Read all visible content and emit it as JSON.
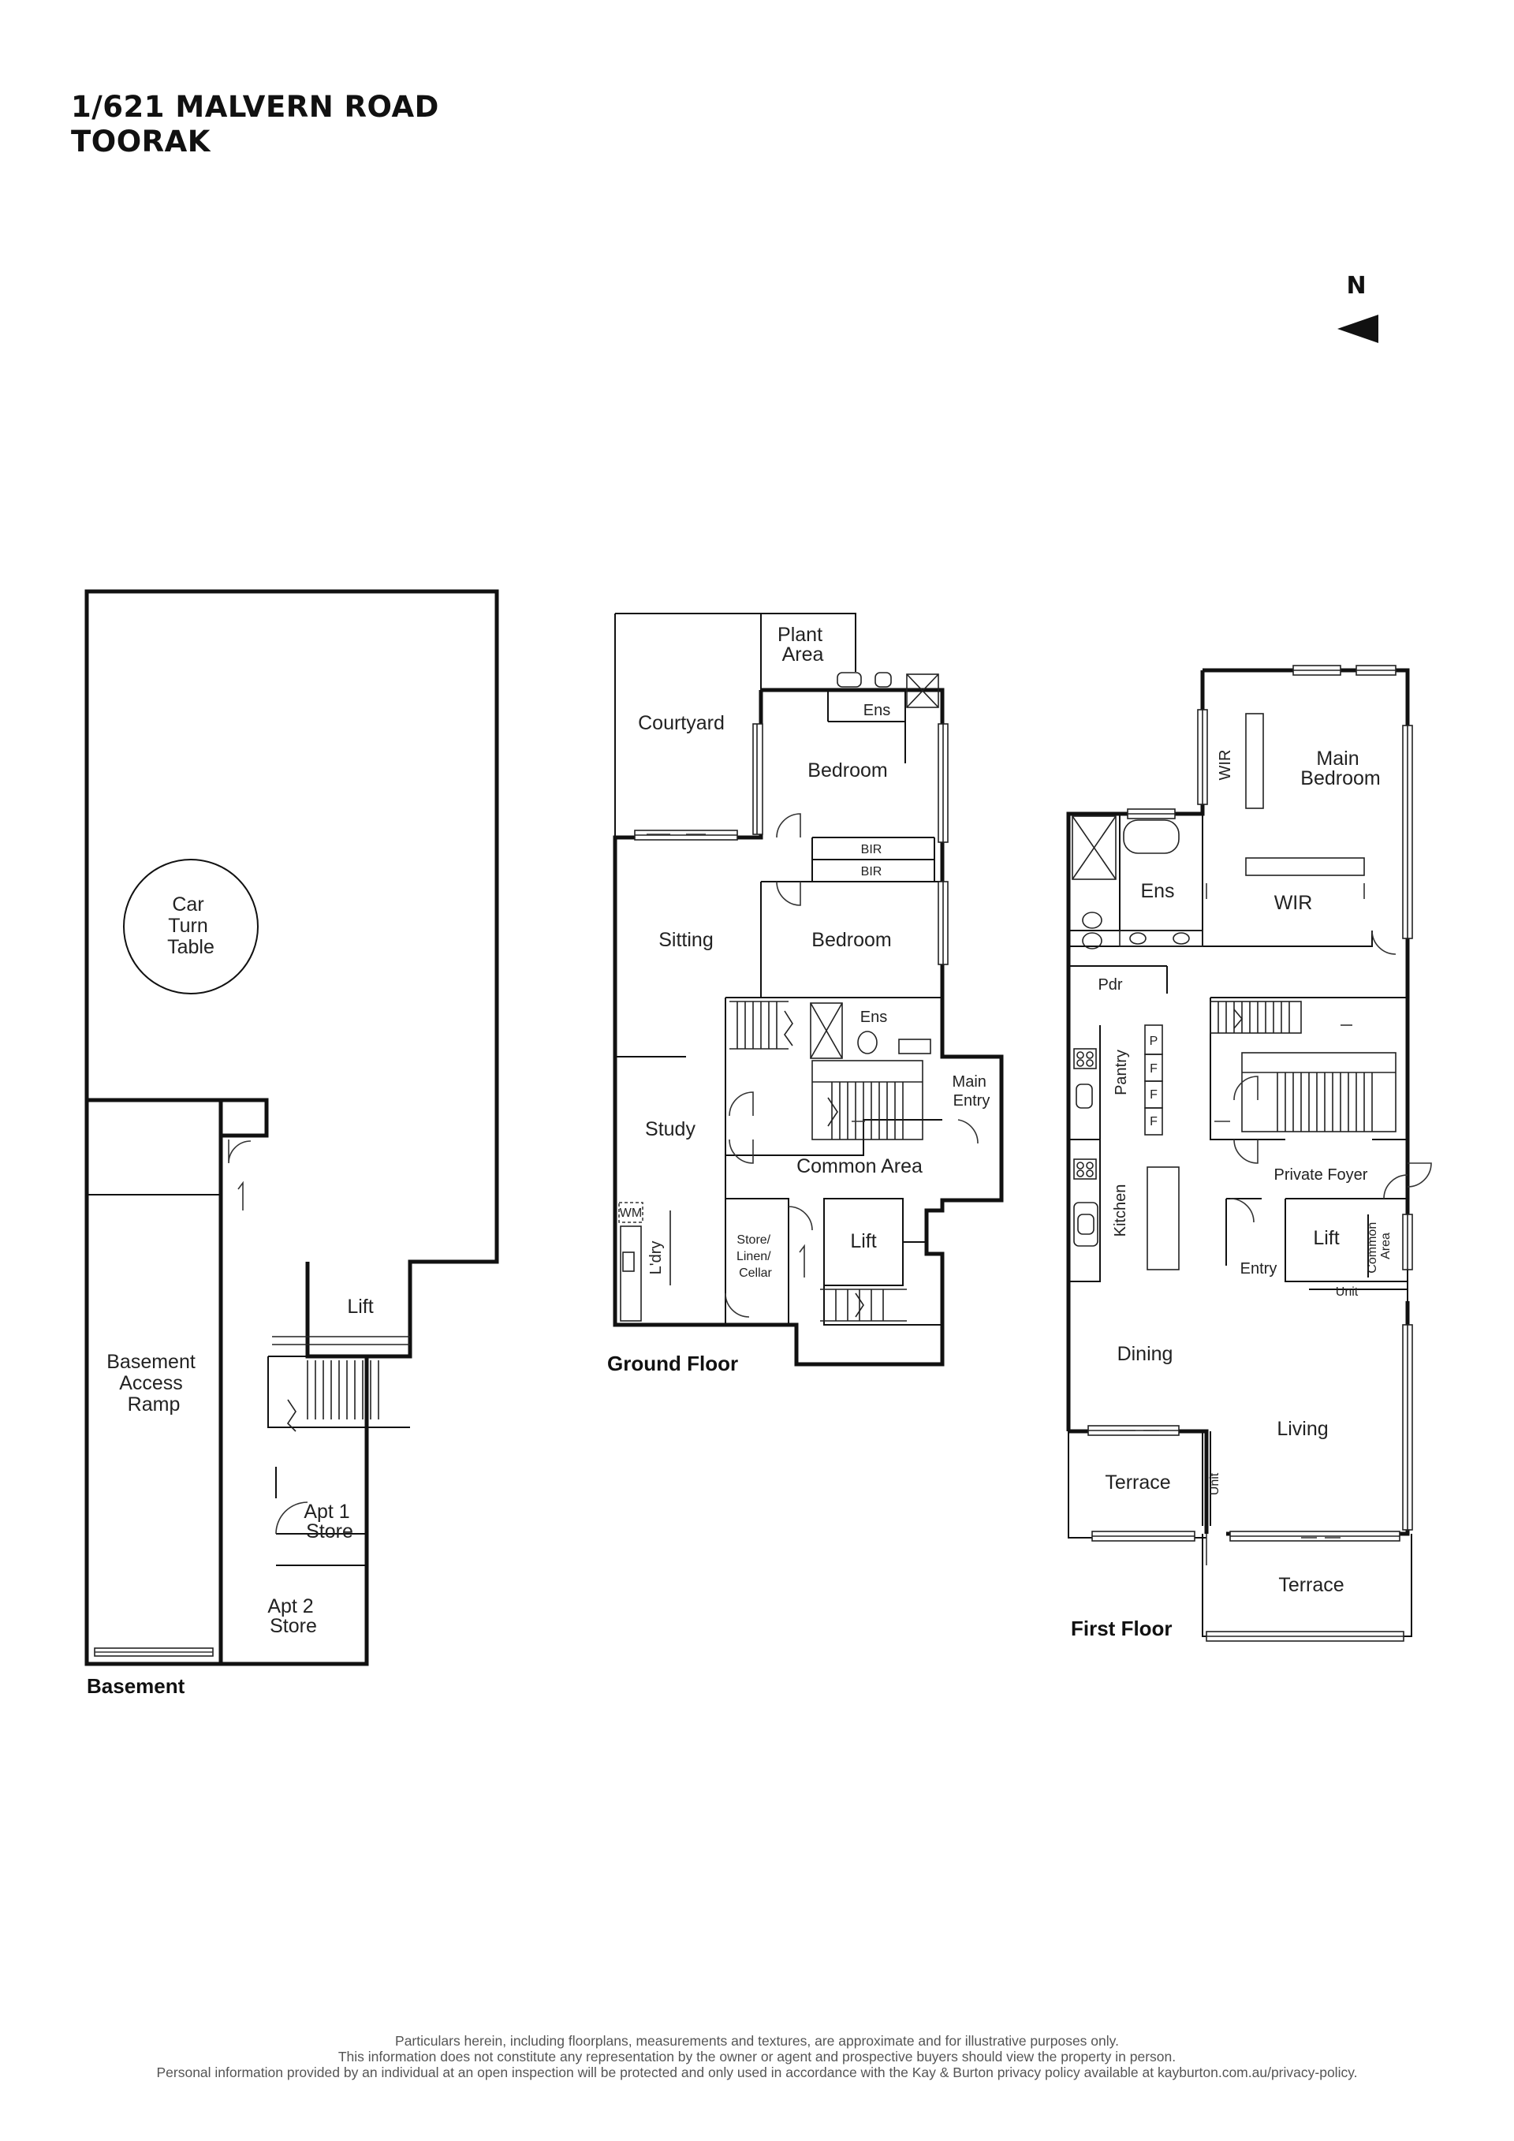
{
  "header": {
    "address_line1": "1/621 MALVERN ROAD",
    "address_line2": "TOORAK"
  },
  "compass": {
    "label": "N",
    "arrow_icon": "north-arrow-icon",
    "direction": "left"
  },
  "floors": {
    "basement": {
      "label": "Basement",
      "rooms": {
        "car_turn_table": [
          "Car",
          "Turn",
          "Table"
        ],
        "lift": "Lift",
        "access_ramp": [
          "Basement",
          "Access",
          "Ramp"
        ],
        "apt1_store": [
          "Apt 1",
          "Store"
        ],
        "apt2_store": [
          "Apt 2",
          "Store"
        ]
      }
    },
    "ground": {
      "label": "Ground Floor",
      "rooms": {
        "plant_area": [
          "Plant",
          "Area"
        ],
        "courtyard": "Courtyard",
        "ens_rear": "Ens",
        "bedroom_rear": "Bedroom",
        "bir1": "BIR",
        "bir2": "BIR",
        "sitting": "Sitting",
        "bedroom_mid": "Bedroom",
        "ens_mid": "Ens",
        "main_entry": [
          "Main",
          "Entry"
        ],
        "study": "Study",
        "common_area": "Common Area",
        "wm": "WM",
        "laundry": "L'dry",
        "store_linen_cellar": [
          "Store/",
          "Linen/",
          "Cellar"
        ],
        "lift": "Lift"
      }
    },
    "first": {
      "label": "First Floor",
      "rooms": {
        "wir_top": "WIR",
        "main_bedroom": [
          "Main",
          "Bedroom"
        ],
        "ens": "Ens",
        "wir_main": "WIR",
        "pdr": "Pdr",
        "pantry": "Pantry",
        "pantry_p": "P",
        "pantry_f1": "F",
        "pantry_f2": "F",
        "pantry_f3": "F",
        "private_foyer": "Private Foyer",
        "kitchen": "Kitchen",
        "lift": "Lift",
        "entry": "Entry",
        "common_area": [
          "Common",
          "Area"
        ],
        "unit_top": "Unit",
        "dining": "Dining",
        "living": "Living",
        "terrace_left": "Terrace",
        "unit_side": "Unit",
        "terrace_bottom": "Terrace"
      }
    }
  },
  "disclaimer": [
    "Particulars herein, including floorplans, measurements and textures, are approximate and for illustrative purposes only.",
    "This information does not constitute any representation by the owner or agent and prospective buyers should view the property in person.",
    "Personal information provided by an individual at an open inspection will be protected and only used in accordance with the Kay & Burton privacy policy available at kayburton.com.au/privacy-policy."
  ]
}
